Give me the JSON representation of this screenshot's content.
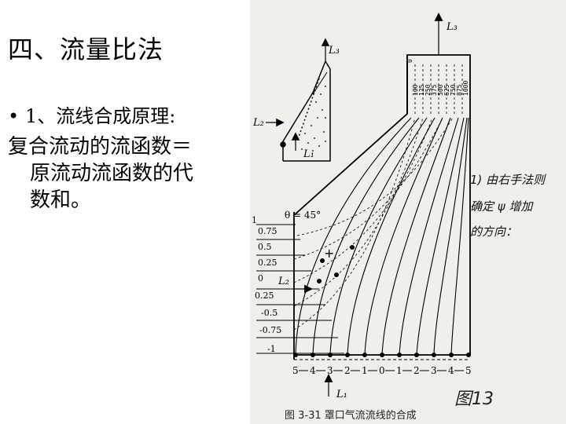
{
  "slide": {
    "title": "四、流量比法",
    "bullet": "1、流线合成原理:",
    "body_line1": "复合流动的流函数＝",
    "body_line2": "原流动流函数的代",
    "body_line3": "数和。"
  },
  "figure": {
    "caption": "图 3-31   罩口气流流线的合成",
    "angle_label": "θ = 45°",
    "left_scale": [
      "1",
      "0.75",
      "0.5",
      "0.25",
      "0",
      "0.25",
      "-0.5",
      "-0.75",
      "-1"
    ],
    "bottom_scale": [
      "5",
      "4",
      "3",
      "2",
      "1",
      "0",
      "1",
      "2",
      "3",
      "4",
      "5"
    ],
    "top_scale": [
      "0",
      "100",
      "125",
      "250",
      "375",
      "500",
      "625",
      "750",
      "875",
      "1000"
    ],
    "labels": {
      "L1": "L₁",
      "L2": "L₂",
      "L3": "L₃"
    },
    "handwritten_notes": [
      "1) 由右手法则",
      "确定 ψ 增加",
      "的方向："
    ],
    "handwritten_stamp": "图13"
  }
}
